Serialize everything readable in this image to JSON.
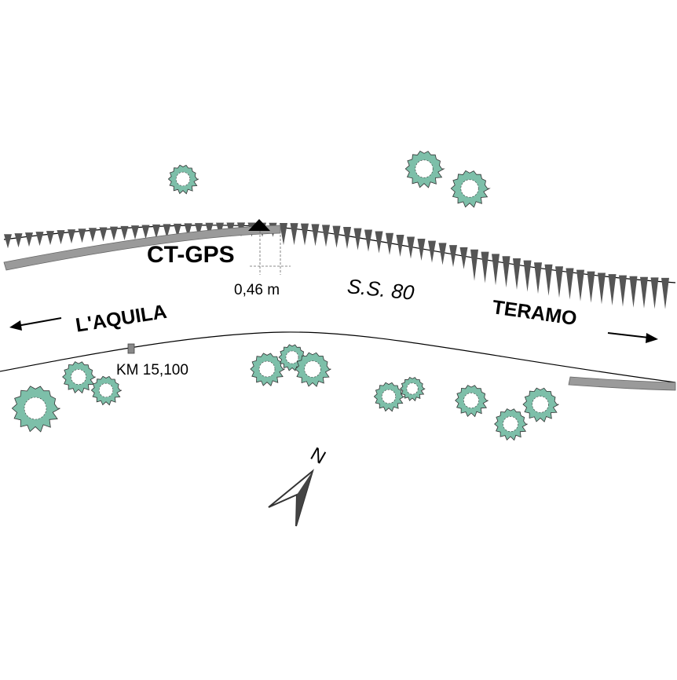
{
  "station_label": "CT-GPS",
  "offset_label": "0,46 m",
  "road_label": "S.S. 80",
  "west_destination": "L'AQUILA",
  "east_destination": "TERAMO",
  "km_marker_label": "KM 15,100",
  "north_label": "N",
  "colors": {
    "tree_fill": "#7dbfa9",
    "guardrail": "#9a9a9a",
    "embankment": "#555555"
  }
}
